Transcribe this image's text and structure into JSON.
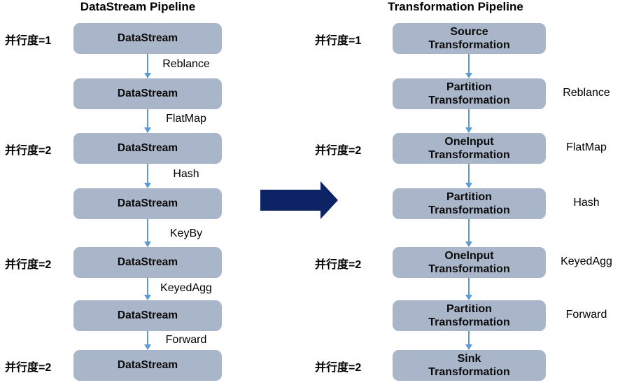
{
  "left": {
    "title": "DataStream Pipeline",
    "nodes": [
      "DataStream",
      "DataStream",
      "DataStream",
      "DataStream",
      "DataStream",
      "DataStream",
      "DataStream"
    ],
    "edges": [
      "Reblance",
      "FlatMap",
      "Hash",
      "KeyBy",
      "KeyedAgg",
      "Forward"
    ],
    "parallelism": [
      "并行度=1",
      "并行度=2",
      "并行度=2",
      "并行度=2"
    ]
  },
  "right": {
    "title": "Transformation Pipeline",
    "nodes": [
      "Source\nTransformation",
      "Partition\nTransformation",
      "OneInput\nTransformation",
      "Partition\nTransformation",
      "OneInput\nTransformation",
      "Partition\nTransformation",
      "Sink\nTransformation"
    ],
    "edge_labels": [
      "Reblance",
      "FlatMap",
      "Hash",
      "KeyedAgg",
      "Forward"
    ],
    "parallelism": [
      "并行度=1",
      "并行度=2",
      "并行度=2",
      "并行度=2"
    ]
  },
  "colors": {
    "node_fill": "#a9b6c9",
    "connector_arrow": "#5b9bd5",
    "transform_arrow": "#0e2365",
    "text": "#000000"
  }
}
